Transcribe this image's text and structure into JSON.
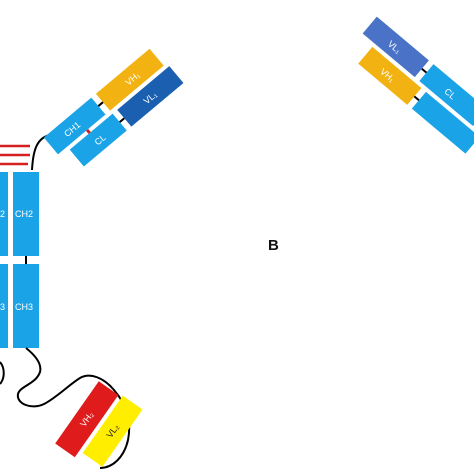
{
  "panel_label": "B",
  "colors": {
    "constant_blue": "#1aa3e6",
    "vh_orange": "#f2b211",
    "vl_dark_blue": "#1a5fb0",
    "vl_light_blue": "#4a73c7",
    "vh2_red": "#e01b1b",
    "vl2_yellow": "#ffee00",
    "disulfide_red": "#d62020",
    "linker": "#000000"
  },
  "antibody_left": {
    "fab": {
      "vh": "VH₁",
      "vl": "VL₁",
      "ch1": "CH1",
      "cl": "CL"
    },
    "fc": {
      "ch2": "CH2",
      "ch3": "CH3",
      "ch2_partial": "2",
      "ch3_partial": "3"
    },
    "scfv": {
      "vh": "VH₂",
      "vl": "VL₂"
    }
  },
  "antibody_right": {
    "fab": {
      "vl": "VL₁",
      "vh": "VH₁",
      "cl": "CL"
    }
  }
}
